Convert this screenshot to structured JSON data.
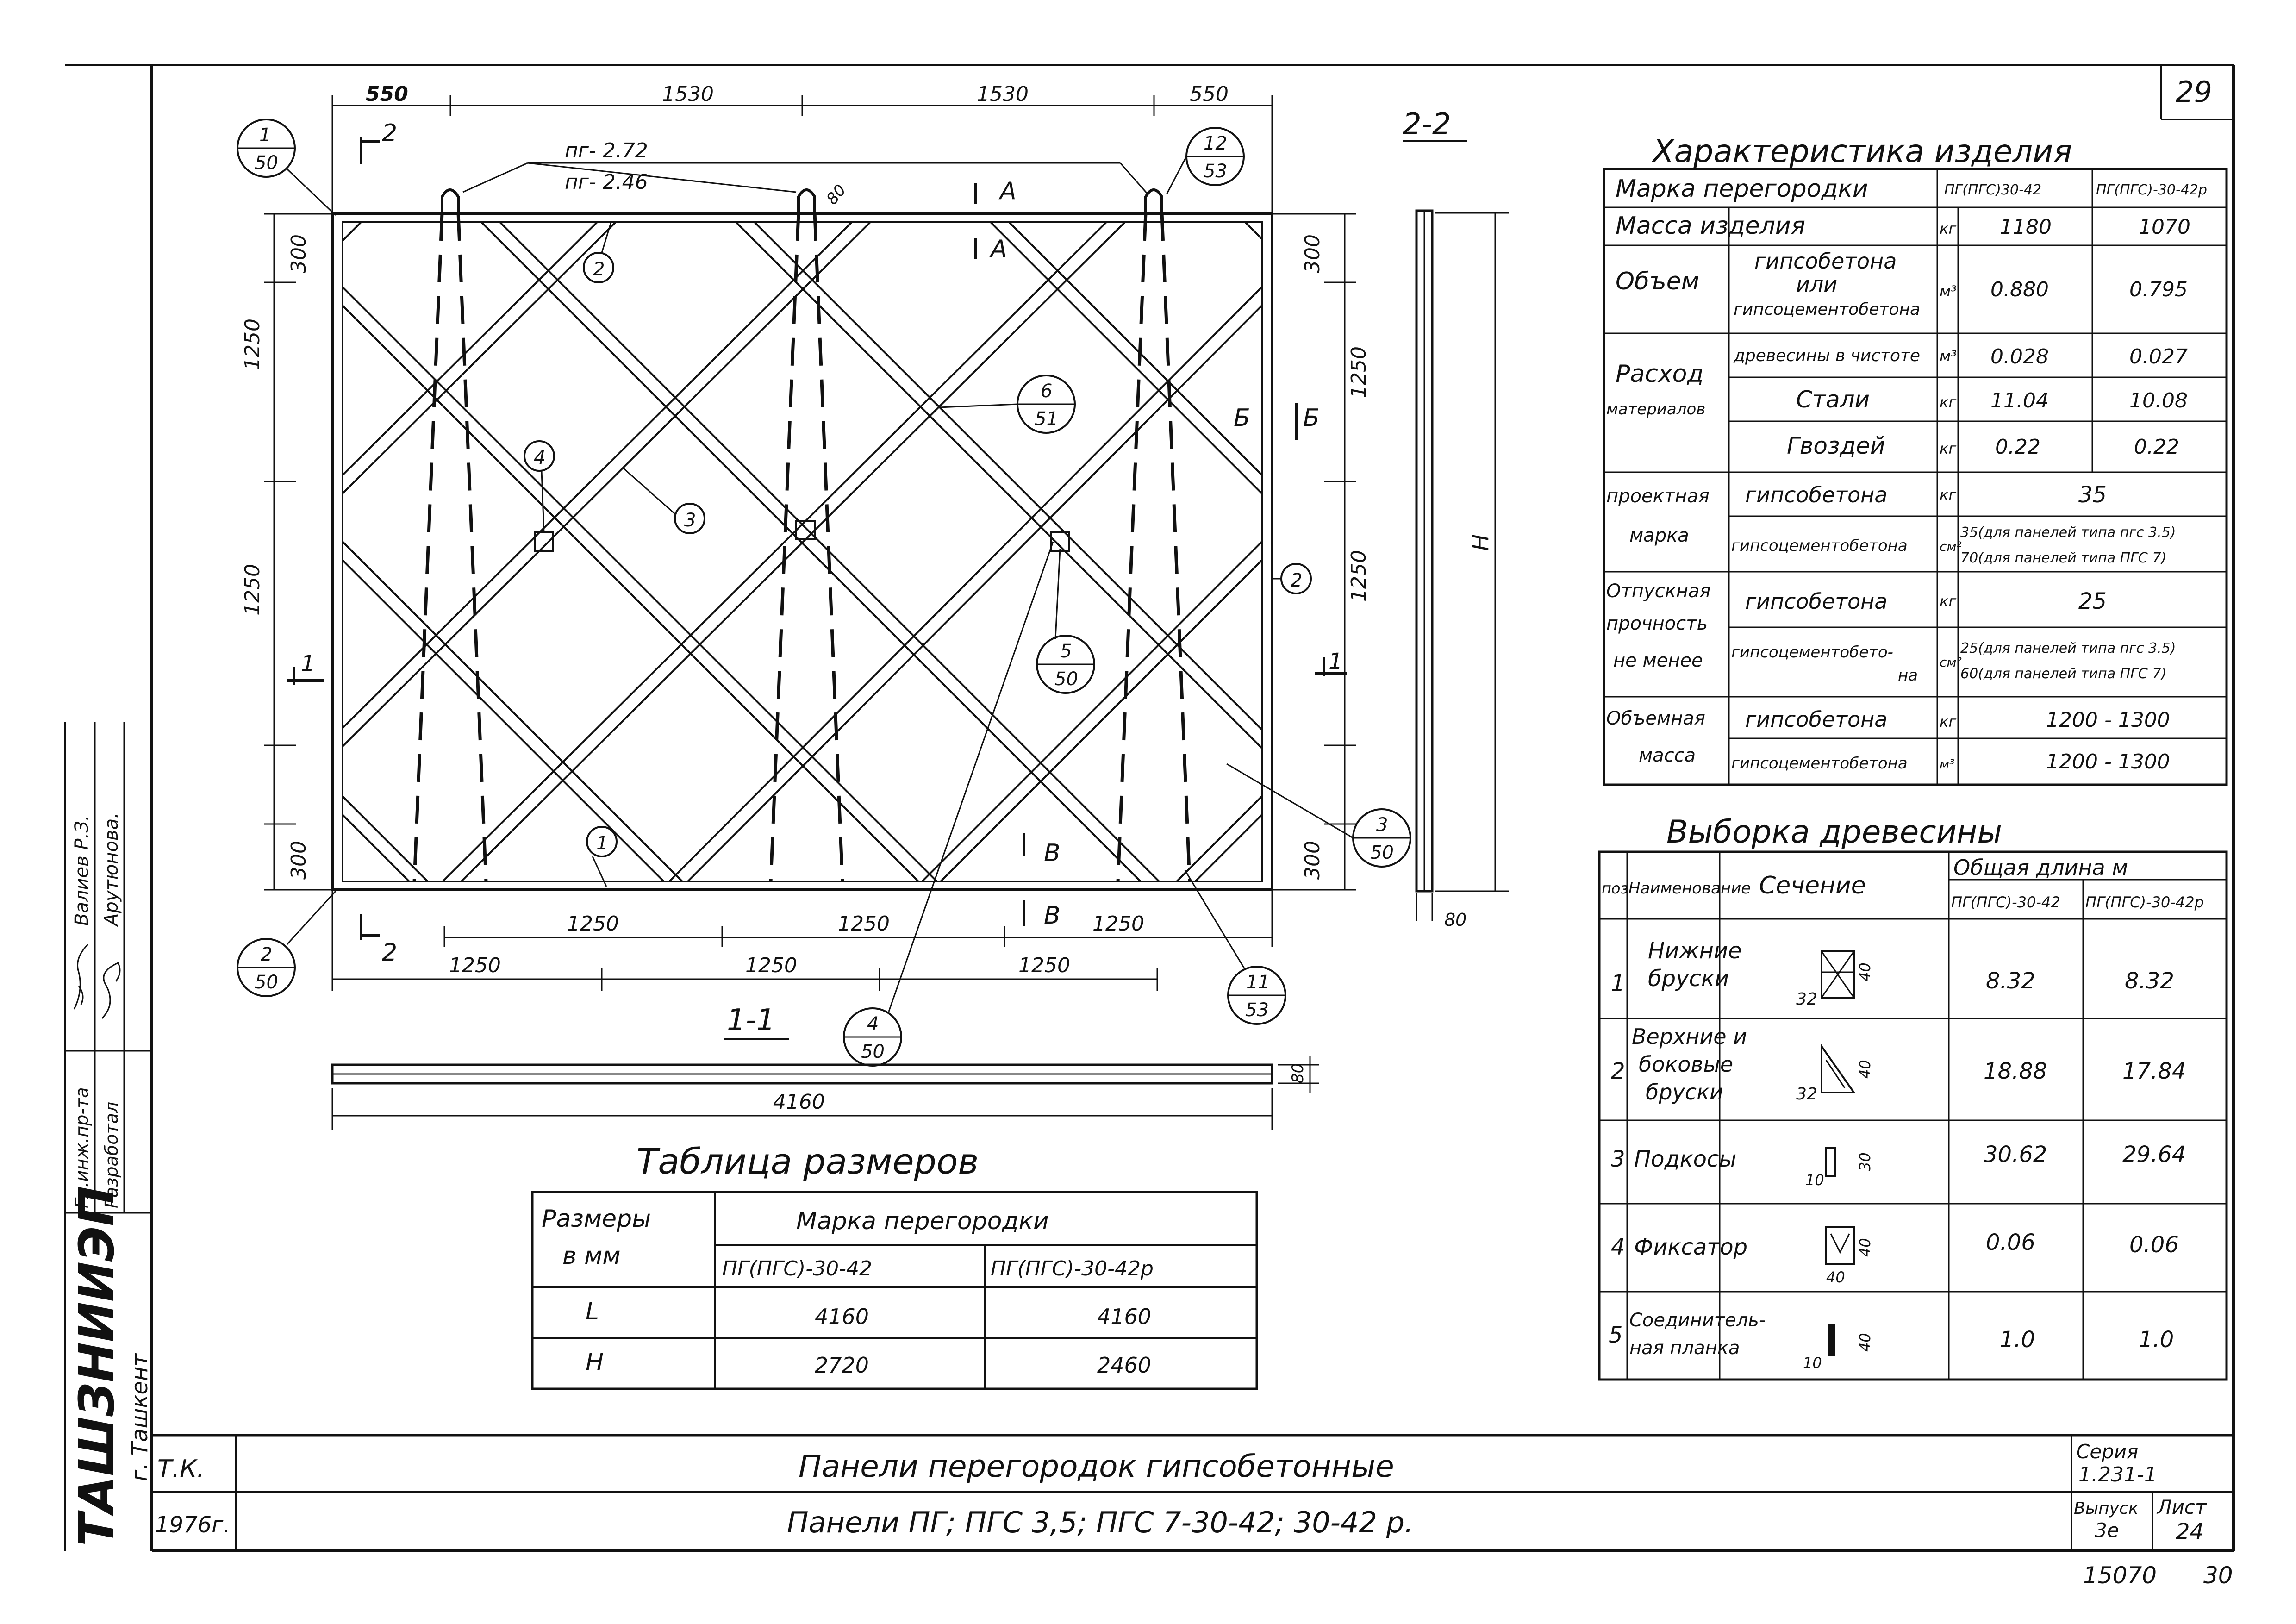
{
  "sheet": {
    "number": "29",
    "serial": "15070",
    "serial_page": "30",
    "org_name": "ТАШЗНИИЭП",
    "org_city": "г. Ташкент",
    "stamp_role_1": "Гл.инж.пр-та",
    "stamp_role_2": "Разработал",
    "stamp_name_1": "Валиев Р.З.",
    "stamp_name_2": "Арутюнова."
  },
  "drawing": {
    "top_dims": [
      "550",
      "1530",
      "1530",
      "550"
    ],
    "left_dims": [
      "300",
      "1250",
      "1250",
      "300"
    ],
    "right_dims": [
      "300",
      "1250",
      "1250",
      "300"
    ],
    "bottom_dims_1": [
      "1250",
      "1250",
      "1250"
    ],
    "bottom_dims_2": [
      "1250",
      "1250",
      "1250"
    ],
    "hook_label_1": "пг- 2.72",
    "hook_label_2": "пг- 2.46",
    "dim_80": "80",
    "pos_markers": [
      "1",
      "2",
      "3",
      "4",
      "5",
      "6",
      "1",
      "2"
    ],
    "callouts": [
      {
        "num": "1",
        "den": "50"
      },
      {
        "num": "12",
        "den": "53"
      },
      {
        "num": "6",
        "den": "51"
      },
      {
        "num": "5",
        "den": "50"
      },
      {
        "num": "2",
        "den": "50"
      },
      {
        "num": "4",
        "den": "50"
      },
      {
        "num": "3",
        "den": "50"
      },
      {
        "num": "11",
        "den": "53"
      }
    ],
    "section_a": "А",
    "section_b": "Б",
    "section_v": "В",
    "section_1": "1",
    "section_2": "2",
    "section_title_22": "2-2",
    "section_title_11": "1-1",
    "section_22_height": "Н",
    "section_22_thk": "80",
    "section_11_length": "4160",
    "section_11_thk": "80"
  },
  "size_table": {
    "title": "Таблица размеров",
    "col_sizes": "Размеры",
    "col_sizes_unit": "в мм",
    "col_mark": "Марка перегородки",
    "col_mark_1": "ПГ(ПГС)-30-42",
    "col_mark_2": "ПГ(ПГС)-30-42р",
    "rows": [
      {
        "label": "L",
        "v1": "4160",
        "v2": "4160"
      },
      {
        "label": "Н",
        "v1": "2720",
        "v2": "2460"
      }
    ]
  },
  "char_table": {
    "title": "Характеристика изделия",
    "mark_label": "Марка перегородки",
    "mark_1": "ПГ(ПГС)30-42",
    "mark_2": "ПГ(ПГС)-30-42р",
    "mass_label": "Масса изделия",
    "mass_unit": "кг",
    "mass_1": "1180",
    "mass_2": "1070",
    "volume_label": "Объем",
    "volume_desc_1": "гипсобетона",
    "volume_desc_2": "или",
    "volume_desc_3": "гипсоцементобетона",
    "volume_unit": "м³",
    "volume_1": "0.880",
    "volume_2": "0.795",
    "rashod_label_1": "Расход",
    "rashod_label_2": "материалов",
    "wood_desc": "древесины в чистоте",
    "wood_unit": "м³",
    "wood_1": "0.028",
    "wood_2": "0.027",
    "steel_desc": "Стали",
    "steel_unit": "кг",
    "steel_1": "11.04",
    "steel_2": "10.08",
    "nails_desc": "Гвоздей",
    "nails_unit": "кг",
    "nails_1": "0.22",
    "nails_2": "0.22",
    "proj_label_1": "проектная",
    "proj_label_2": "марка",
    "proj_gb": "гипсобетона",
    "proj_gb_unit": "кг",
    "proj_gb_val": "35",
    "proj_gcb": "гипсоцементобетона",
    "proj_gcb_unit": "см²",
    "proj_gcb_val_1": "35(для панелей типа пгс 3.5)",
    "proj_gcb_val_2": "70(для панелей типа ПГС 7)",
    "otp_label_1": "Отпускная",
    "otp_label_2": "прочность",
    "otp_label_3": "не менее",
    "otp_gb": "гипсобетона",
    "otp_gb_unit": "кг",
    "otp_gb_val": "25",
    "otp_gcb_1": "гипсоцементобето-",
    "otp_gcb_2": "на",
    "otp_gcb_unit": "см²",
    "otp_gcb_val_1": "25(для панелей типа пгс 3.5)",
    "otp_gcb_val_2": "60(для панелей типа ПГС 7)",
    "dens_label_1": "Объемная",
    "dens_label_2": "масса",
    "dens_gb": "гипсобетона",
    "dens_gb_unit": "кг",
    "dens_gb_val": "1200 - 1300",
    "dens_gcb": "гипсоцементобетона",
    "dens_gcb_unit": "м³",
    "dens_gcb_val": "1200 - 1300"
  },
  "wood_table": {
    "title": "Выборка древесины",
    "col_pos": "поз",
    "col_name": "Наименование",
    "col_section": "Сечение",
    "col_len": "Общая длина м",
    "col_len_1": "ПГ(ПГС)-30-42",
    "col_len_2": "ПГ(ПГС)-30-42р",
    "rows": [
      {
        "pos": "1",
        "name_1": "Нижние",
        "name_2": "бруски",
        "name_3": "",
        "v1": "8.32",
        "v2": "8.32",
        "d1": "32",
        "d2": "40"
      },
      {
        "pos": "2",
        "name_1": "Верхние и",
        "name_2": "боковые",
        "name_3": "бруски",
        "v1": "18.88",
        "v2": "17.84",
        "d1": "32",
        "d2": "40"
      },
      {
        "pos": "3",
        "name_1": "Подкосы",
        "name_2": "",
        "name_3": "",
        "v1": "30.62",
        "v2": "29.64",
        "d1": "10",
        "d2": "30"
      },
      {
        "pos": "4",
        "name_1": "Фиксатор",
        "name_2": "",
        "name_3": "",
        "v1": "0.06",
        "v2": "0.06",
        "d1": "40",
        "d2": "40"
      },
      {
        "pos": "5",
        "name_1": "Соединитель-",
        "name_2": "ная планка",
        "name_3": "",
        "v1": "1.0",
        "v2": "1.0",
        "d1": "10",
        "d2": "40"
      }
    ]
  },
  "title_block": {
    "code": "Т.К.",
    "year": "1976г.",
    "title_1": "Панели перегородок гипсобетонные",
    "title_2": "Панели ПГ; ПГС 3,5; ПГС 7-30-42; 30-42 р.",
    "series_label": "Серия",
    "series_val": "1.231-1",
    "issue_label": "Выпуск",
    "issue_val": "3е",
    "sheet_label": "Лист",
    "sheet_val": "24"
  }
}
